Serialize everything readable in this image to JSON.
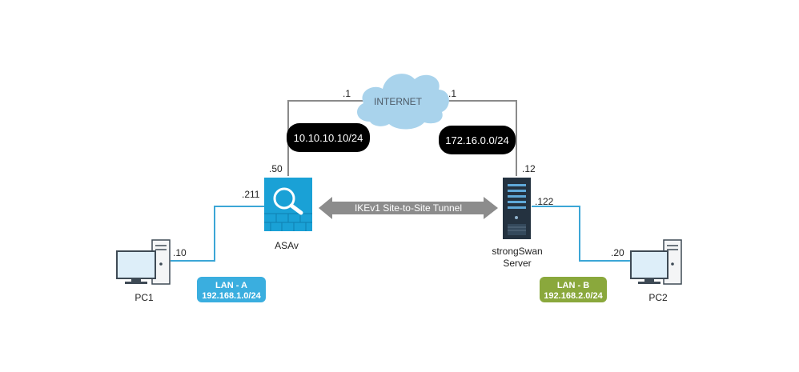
{
  "colors": {
    "wan_line": "#8a8a8a",
    "lan_a_line": "#3ca6d6",
    "lan_b_line": "#3ca6d6",
    "cloud": "#a9d3ec",
    "asa_blue": "#1aa1d6",
    "server_dark": "#243240",
    "lan_a_badge": "#3aaedf",
    "lan_b_badge": "#8aa83c",
    "tunnel_arrow": "#8c8c8c",
    "subnet_badge": "#000000"
  },
  "icons": {
    "cloud": "cloud-icon",
    "asa": "firewall-icon",
    "server": "server-icon",
    "pc": "desktop-computer-icon"
  },
  "internet": {
    "label": "INTERNET"
  },
  "wan_left": {
    "subnet": "10.10.10.10/24",
    "gateway_octet": ".1",
    "asa_octet": ".50"
  },
  "wan_right": {
    "subnet": "172.16.0.0/24",
    "gateway_octet": ".1",
    "server_octet": ".12"
  },
  "tunnel": {
    "label": "IKEv1 Site-to-Site Tunnel"
  },
  "asa": {
    "label": "ASAv",
    "inside_octet": ".211"
  },
  "server": {
    "label_line1": "strongSwan",
    "label_line2": "Server",
    "inside_octet": ".122"
  },
  "pc1": {
    "label": "PC1",
    "octet": ".10"
  },
  "pc2": {
    "label": "PC2",
    "octet": ".20"
  },
  "lan_a": {
    "name": "LAN - A",
    "subnet": "192.168.1.0/24"
  },
  "lan_b": {
    "name": "LAN - B",
    "subnet": "192.168.2.0/24"
  }
}
